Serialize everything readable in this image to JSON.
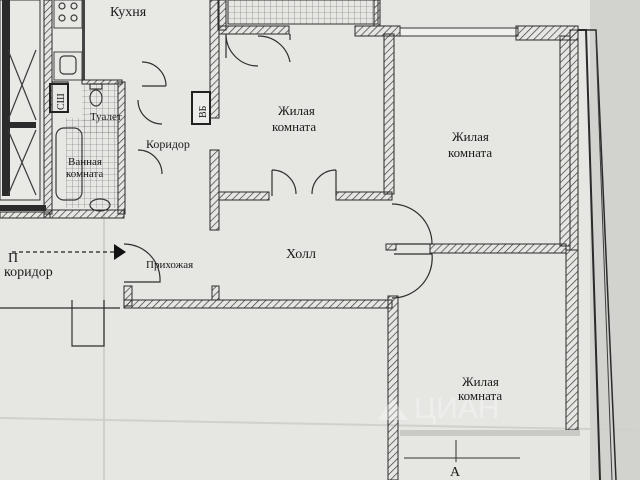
{
  "plan": {
    "rooms": {
      "kitchen": "Кухня",
      "living_room_top": [
        "Жилая",
        "комната"
      ],
      "living_room_right": [
        "Жилая",
        "комната"
      ],
      "living_room_bottom": [
        "Жилая",
        "комната"
      ],
      "toilet": "Туалет",
      "bathroom": [
        "Ванная",
        "комната"
      ],
      "corridor_inner": "Коридор",
      "hallway": "Прихожая",
      "hall": "Холл",
      "common_corridor": "коридор"
    },
    "marks": {
      "shaft_left": "СШ",
      "shaft_right": "ВБ",
      "entrance_mark": "П",
      "axis_letter": "А"
    }
  }
}
